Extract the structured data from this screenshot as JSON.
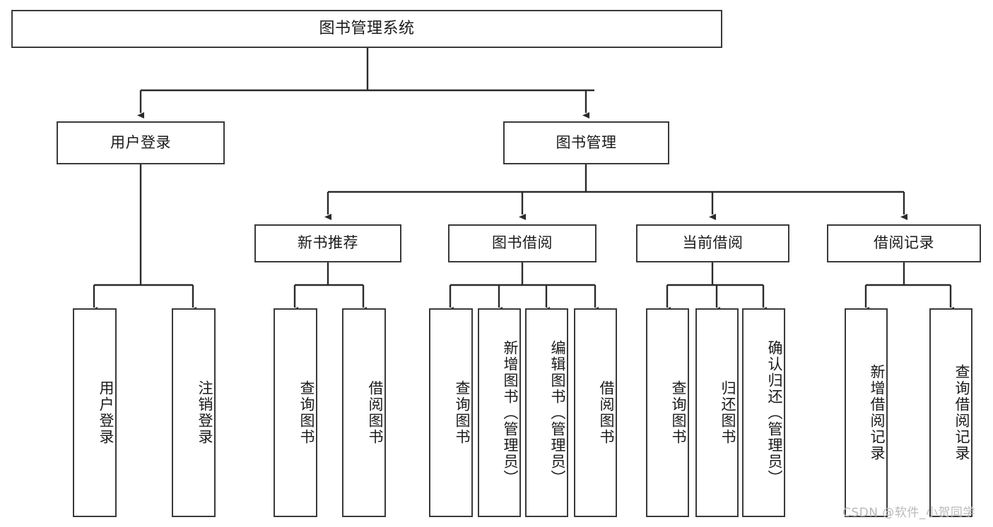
{
  "diagram": {
    "title": "图书管理系统",
    "type": "hierarchy-tree",
    "watermark": "CSDN @软件_小贺同学",
    "nodes": {
      "root": {
        "label": "图书管理系统"
      },
      "level2": [
        {
          "id": "user-login",
          "label": "用户登录"
        },
        {
          "id": "book-management",
          "label": "图书管理"
        }
      ],
      "level3": [
        {
          "id": "new-book-recommend",
          "label": "新书推荐"
        },
        {
          "id": "book-borrow",
          "label": "图书借阅"
        },
        {
          "id": "current-borrow",
          "label": "当前借阅"
        },
        {
          "id": "borrow-record",
          "label": "借阅记录"
        }
      ],
      "leaves": {
        "user_login": [
          {
            "id": "leaf-user-login",
            "label": "用户登录"
          },
          {
            "id": "leaf-logout-login",
            "label": "注销登录"
          }
        ],
        "new_book_recommend": [
          {
            "id": "leaf-query-book-1",
            "label": "查询图书"
          },
          {
            "id": "leaf-borrow-book-1",
            "label": "借阅图书"
          }
        ],
        "book_borrow": [
          {
            "id": "leaf-query-book-2",
            "label": "查询图书"
          },
          {
            "id": "leaf-add-book",
            "label": "新增图书（管理员）"
          },
          {
            "id": "leaf-edit-book",
            "label": "编辑图书（管理员）"
          },
          {
            "id": "leaf-borrow-book-2",
            "label": "借阅图书"
          }
        ],
        "current_borrow": [
          {
            "id": "leaf-query-book-3",
            "label": "查询图书"
          },
          {
            "id": "leaf-return-book",
            "label": "归还图书"
          },
          {
            "id": "leaf-confirm-return",
            "label": "确认归还（管理员）"
          }
        ],
        "borrow_record": [
          {
            "id": "leaf-add-borrow-record",
            "label": "新增借阅记录"
          },
          {
            "id": "leaf-query-borrow-record",
            "label": "查询借阅记录"
          }
        ]
      }
    },
    "colors": {
      "stroke": "#3a3a3a",
      "fill": "#ffffff",
      "text": "#1a1a1a",
      "watermark": "#b9b9b9"
    }
  }
}
